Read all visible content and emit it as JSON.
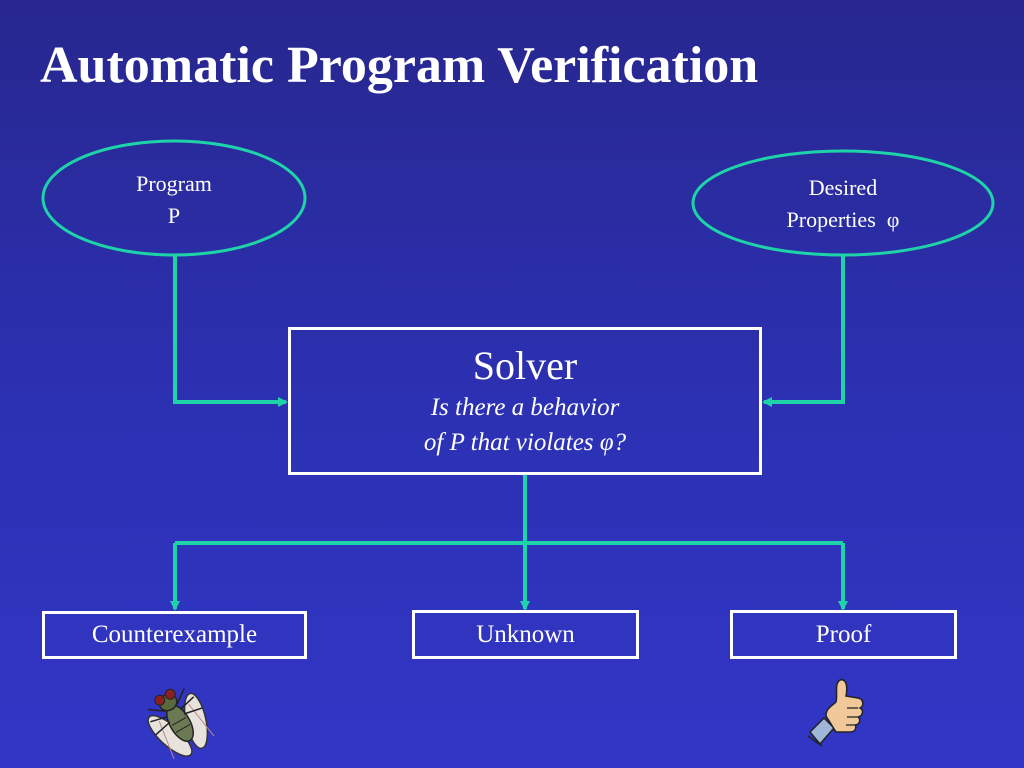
{
  "title": "Automatic Program Verification",
  "program": {
    "line1": "Program",
    "line2": "P"
  },
  "properties": {
    "line1": "Desired",
    "line2": "Properties  φ"
  },
  "solver": {
    "title": "Solver",
    "question_line1": "Is there a behavior",
    "question_line2": "of P that violates φ?"
  },
  "outcomes": {
    "counterexample": "Counterexample",
    "unknown": "Unknown",
    "proof": "Proof"
  },
  "icons": {
    "counterexample": "bug-fly-icon",
    "proof": "thumbs-up-icon"
  },
  "colors": {
    "background": "#2c31b4",
    "arrow": "#1fd3a8",
    "ellipse_border": "#1fd3a8",
    "box_border": "#ffffff"
  }
}
